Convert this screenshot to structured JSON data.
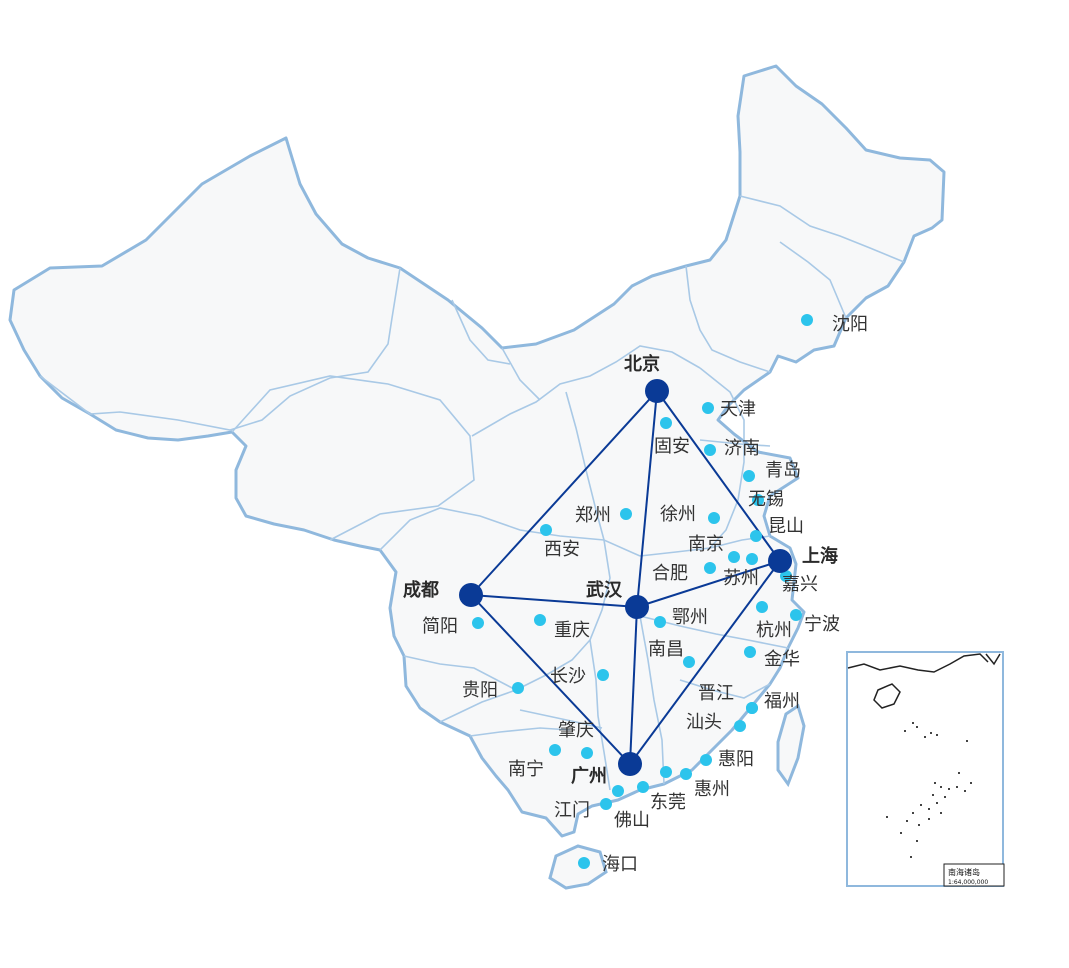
{
  "colors": {
    "hub": "#0a3a96",
    "city": "#2cc4ec",
    "route": "#0a3a96",
    "border": "#8fb8dd",
    "land": "#f7f8f9",
    "inset_border": "#8fb8dd"
  },
  "hubs": [
    {
      "id": "beijing",
      "name": "北京"
    },
    {
      "id": "shanghai",
      "name": "上海"
    },
    {
      "id": "wuhan",
      "name": "武汉"
    },
    {
      "id": "chengdu",
      "name": "成都"
    },
    {
      "id": "guangzhou",
      "name": "广州"
    }
  ],
  "routes": [
    [
      "beijing",
      "wuhan"
    ],
    [
      "beijing",
      "shanghai"
    ],
    [
      "beijing",
      "chengdu"
    ],
    [
      "chengdu",
      "wuhan"
    ],
    [
      "chengdu",
      "guangzhou"
    ],
    [
      "wuhan",
      "shanghai"
    ],
    [
      "wuhan",
      "guangzhou"
    ],
    [
      "shanghai",
      "guangzhou"
    ]
  ],
  "cities": [
    {
      "id": "shenyang",
      "name": "沈阳"
    },
    {
      "id": "tianjin",
      "name": "天津"
    },
    {
      "id": "guan",
      "name": "固安"
    },
    {
      "id": "jinan",
      "name": "济南"
    },
    {
      "id": "qingdao",
      "name": "青岛"
    },
    {
      "id": "wuxi",
      "name": "无锡"
    },
    {
      "id": "kunshan",
      "name": "昆山"
    },
    {
      "id": "xuzhou",
      "name": "徐州"
    },
    {
      "id": "zhengzhou",
      "name": "郑州"
    },
    {
      "id": "xian",
      "name": "西安"
    },
    {
      "id": "nanjing",
      "name": "南京"
    },
    {
      "id": "hefei",
      "name": "合肥"
    },
    {
      "id": "suzhou",
      "name": "苏州"
    },
    {
      "id": "jiaxing",
      "name": "嘉兴"
    },
    {
      "id": "ningbo",
      "name": "宁波"
    },
    {
      "id": "hangzhou",
      "name": "杭州"
    },
    {
      "id": "jinhua",
      "name": "金华"
    },
    {
      "id": "ezhou",
      "name": "鄂州"
    },
    {
      "id": "nanchang",
      "name": "南昌"
    },
    {
      "id": "chongqing",
      "name": "重庆"
    },
    {
      "id": "jianyang",
      "name": "简阳"
    },
    {
      "id": "changsha",
      "name": "长沙"
    },
    {
      "id": "guiyang",
      "name": "贵阳"
    },
    {
      "id": "jinjiang",
      "name": "晋江"
    },
    {
      "id": "fuzhou",
      "name": "福州"
    },
    {
      "id": "shantou",
      "name": "汕头"
    },
    {
      "id": "huiyang",
      "name": "惠阳"
    },
    {
      "id": "huizhou",
      "name": "惠州"
    },
    {
      "id": "dongguan",
      "name": "东莞"
    },
    {
      "id": "foshan",
      "name": "佛山"
    },
    {
      "id": "jiangmen",
      "name": "江门"
    },
    {
      "id": "zhaoqing",
      "name": "肇庆"
    },
    {
      "id": "nanning",
      "name": "南宁"
    },
    {
      "id": "haikou",
      "name": "海口"
    }
  ],
  "inset": {
    "title": "南海诸岛",
    "scale": "1:64,000,000"
  }
}
